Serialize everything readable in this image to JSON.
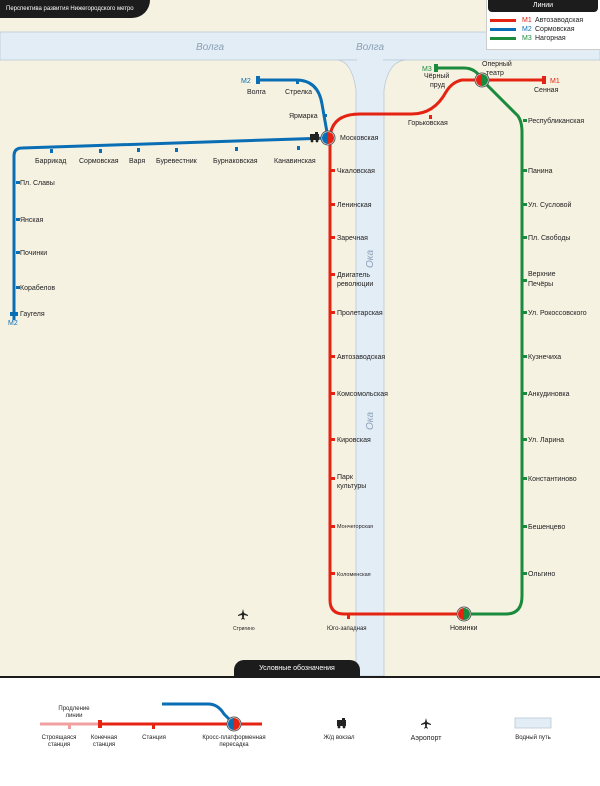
{
  "header": {
    "title": "Перспектива развития Нижегородского метро"
  },
  "legend_lines": {
    "title": "Линии",
    "items": [
      {
        "code": "M1",
        "name": "Автозаводская",
        "color": "#e42313"
      },
      {
        "code": "M2",
        "name": "Сормовская",
        "color": "#0a6eb5"
      },
      {
        "code": "M3",
        "name": "Нагорная",
        "color": "#1a8a3c"
      }
    ]
  },
  "rivers": {
    "volga": "Волга",
    "oka": "Ока"
  },
  "line_codes": {
    "m1": "M1",
    "m2": "M2",
    "m3": "M3"
  },
  "stations": {
    "volga": "Волга",
    "strelka": "Стрелка",
    "yarmarka": "Ярмарка",
    "moskovskaya": "Московская",
    "kanavinskaya": "Канавинская",
    "burnakovskaya": "Бурнаковская",
    "burevestnik": "Буревестник",
    "varya": "Варя",
    "sormovskaya": "Сормовская",
    "barrikad": "Баррикад",
    "pl_slavy": "Пл. Славы",
    "yanskaya": "Янская",
    "pochinki": "Починки",
    "korabelov": "Корабелов",
    "gaugelya": "Гаугеля",
    "chkalovskaya": "Чкаловская",
    "leninskaya": "Ленинская",
    "zarechnaya": "Заречная",
    "dvigatel_1": "Двигатель",
    "dvigatel_2": "революции",
    "proletarskaya": "Пролетарская",
    "avtozavodskaya": "Автозаводская",
    "komsomolskaya": "Комсомольская",
    "kirovskaya": "Кировская",
    "park_1": "Парк",
    "park_2": "культуры",
    "monchegorskaya": "Мончегорская",
    "kolomenskaya": "Коломенская",
    "yugo_zapadnaya": "Юго-западная",
    "novinki": "Новинки",
    "strigino": "Стригино",
    "gorkovskaya": "Горьковская",
    "operny_1": "Оперный",
    "operny_2": "театр",
    "cherny_1": "Чёрный",
    "cherny_2": "пруд",
    "sennaya": "Сенная",
    "respublikanskaya": "Республиканская",
    "panina": "Панина",
    "suslovoy": "Ул. Сусловой",
    "pl_svobody": "Пл. Свободы",
    "verhnie_1": "Верхние",
    "verhnie_2": "Печёры",
    "rokossovskogo": "Ул. Рокоссовского",
    "kuznechiha": "Кузнечиха",
    "ankudinovka": "Анкудиновка",
    "larina": "Ул. Ларина",
    "konstantinovo": "Константиново",
    "beshentsevo": "Бешенцево",
    "olgino": "Ольгино"
  },
  "bottom_legend": {
    "title": "Условные обозначения",
    "extension_1": "Продление",
    "extension_2": "линии",
    "under_construction_1": "Строящаяся",
    "under_construction_2": "станция",
    "terminal_1": "Конечная",
    "terminal_2": "станция",
    "station": "Станция",
    "transfer_1": "Кросс-платформенная",
    "transfer_2": "пересадка",
    "rail_station": "Ж/д вокзал",
    "airport": "Аэропорт",
    "waterway": "Водный путь"
  },
  "colors": {
    "m1": "#e42313",
    "m2": "#0a6eb5",
    "m3": "#1a8a3c",
    "water": "#e3edf6",
    "land": "#f6f2e2"
  }
}
